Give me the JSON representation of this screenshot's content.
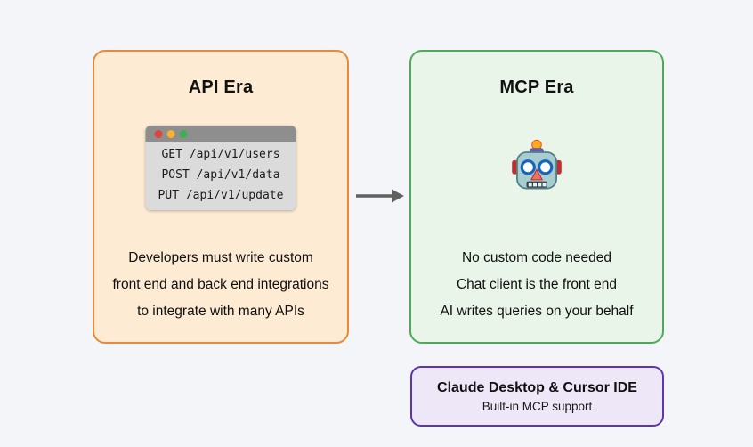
{
  "colors": {
    "page_bg": "#F4F5F8",
    "api_border": "#E8893C",
    "api_bg": "#FDEBD3",
    "mcp_border": "#4FA85C",
    "mcp_bg": "#E9F5E8",
    "client_border": "#5E35B1",
    "client_bg": "#EDE7F7",
    "terminal_titlebar": "#8E8E8E",
    "terminal_body": "#DBDBDB",
    "dot_red": "#E0443E",
    "dot_yellow": "#F4B42F",
    "dot_green": "#3FAE53",
    "arrow": "#606060"
  },
  "api_box": {
    "title": "API Era",
    "terminal": {
      "lines": [
        "GET /api/v1/users",
        "POST /api/v1/data",
        "PUT /api/v1/update"
      ]
    },
    "description_lines": [
      "Developers must write custom",
      "front end and back end integrations",
      "to integrate with many APIs"
    ]
  },
  "arrow": {
    "direction": "right"
  },
  "mcp_box": {
    "title": "MCP Era",
    "icon": "robot-emoji",
    "description_lines": [
      "No custom code needed",
      "Chat client is the front end",
      "AI writes queries on your behalf"
    ]
  },
  "clients_box": {
    "title": "Claude Desktop & Cursor IDE",
    "subtitle": "Built-in MCP support"
  }
}
